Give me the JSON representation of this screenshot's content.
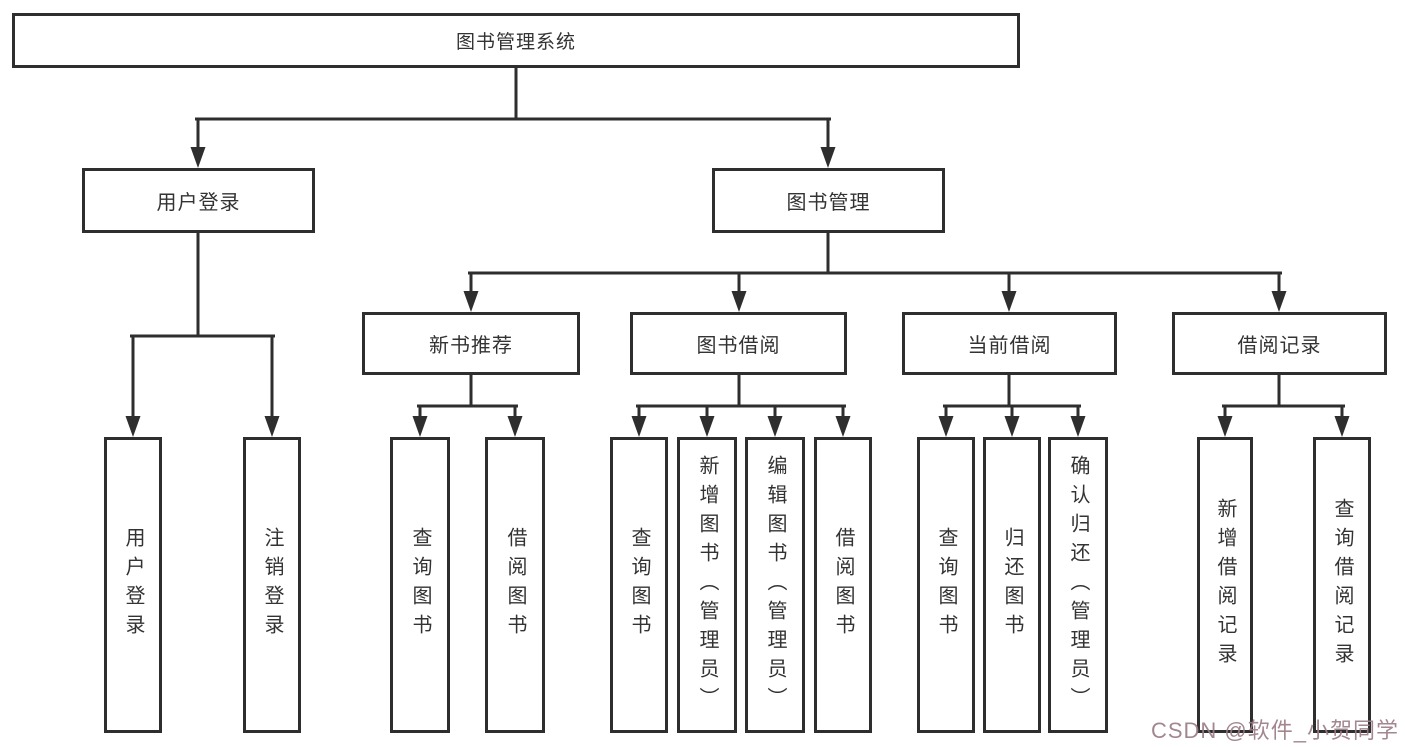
{
  "diagram": {
    "root": {
      "label": "图书管理系统"
    },
    "level2": [
      {
        "label": "用户登录"
      },
      {
        "label": "图书管理"
      }
    ],
    "level3": [
      {
        "label": "新书推荐"
      },
      {
        "label": "图书借阅"
      },
      {
        "label": "当前借阅"
      },
      {
        "label": "借阅记录"
      }
    ],
    "leaves": {
      "user_login": [
        "用户登录",
        "注销登录"
      ],
      "new_book": [
        "查询图书",
        "借阅图书"
      ],
      "borrow": [
        "查询图书",
        "新增图书（管理员）",
        "编辑图书（管理员）",
        "借阅图书"
      ],
      "current": [
        "查询图书",
        "归还图书",
        "确认归还（管理员）"
      ],
      "records": [
        "新增借阅记录",
        "查询借阅记录"
      ]
    }
  },
  "watermark": {
    "text": "CSDN @软件_小贺同学"
  },
  "colors": {
    "line": "#2e2e2e",
    "text": "#333333",
    "watermark": "#9b7d85",
    "background": "#ffffff"
  }
}
